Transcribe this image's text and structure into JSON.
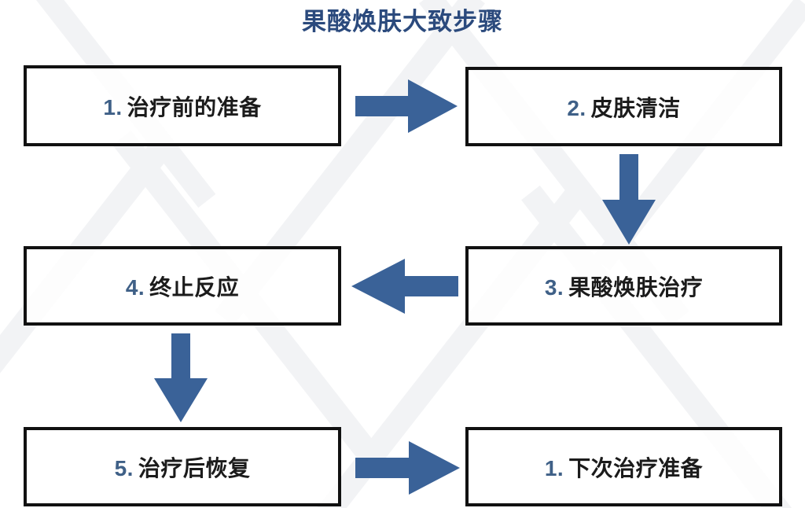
{
  "title": "果酸焕肤大致步骤",
  "colors": {
    "title": "#2b4a7d",
    "arrow": "#3a6298",
    "box_border": "#111111",
    "box_fill": "#ffffff",
    "number": "#3f6087",
    "text": "#1b1b1b",
    "watermark": "#f2f3f5"
  },
  "steps": [
    {
      "id": "step-1",
      "number": "1.",
      "label": "治疗前的准备"
    },
    {
      "id": "step-2",
      "number": "2.",
      "label": "皮肤清洁"
    },
    {
      "id": "step-3",
      "number": "3.",
      "label": "果酸焕肤治疗"
    },
    {
      "id": "step-4",
      "number": "4.",
      "label": "终止反应"
    },
    {
      "id": "step-5",
      "number": "5.",
      "label": "治疗后恢复"
    },
    {
      "id": "step-6",
      "number": "1.",
      "label": "下次治疗准备"
    }
  ],
  "arrows": [
    {
      "id": "arrow-step1-step2",
      "direction": "right",
      "from": "step-1",
      "to": "step-2"
    },
    {
      "id": "arrow-step2-step3",
      "direction": "down",
      "from": "step-2",
      "to": "step-3"
    },
    {
      "id": "arrow-step3-step4",
      "direction": "left",
      "from": "step-3",
      "to": "step-4"
    },
    {
      "id": "arrow-step4-step5",
      "direction": "down",
      "from": "step-4",
      "to": "step-5"
    },
    {
      "id": "arrow-step5-step6",
      "direction": "right",
      "from": "step-5",
      "to": "step-6"
    }
  ]
}
